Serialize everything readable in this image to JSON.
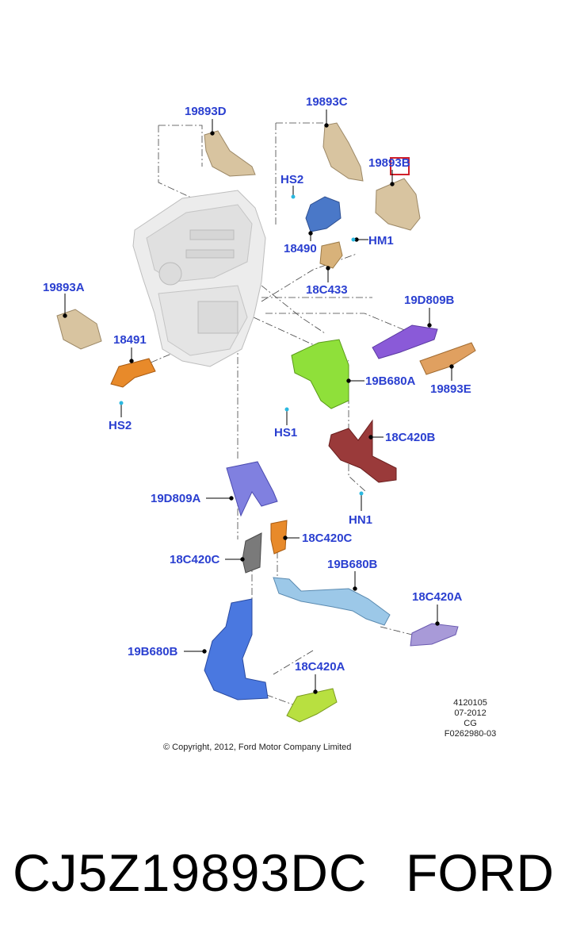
{
  "callouts": {
    "c_19893D": "19893D",
    "c_19893C": "19893C",
    "c_19893B": "19893B",
    "c_HS2_top": "HS2",
    "c_18490": "18490",
    "c_HM1": "HM1",
    "c_18C433": "18C433",
    "c_19893A": "19893A",
    "c_19D809B": "19D809B",
    "c_18491": "18491",
    "c_19B680A": "19B680A",
    "c_19893E": "19893E",
    "c_HS2_left": "HS2",
    "c_HS1": "HS1",
    "c_18C420B": "18C420B",
    "c_19D809A": "19D809A",
    "c_HN1": "HN1",
    "c_18C420C_right": "18C420C",
    "c_18C420C_left": "18C420C",
    "c_19B680B_right": "19B680B",
    "c_18C420A_right": "18C420A",
    "c_19B680B_left": "19B680B",
    "c_18C420A_bottom": "18C420A"
  },
  "metadata": {
    "line1": "4120105",
    "line2": "07-2012",
    "line3": "CG",
    "line4": "F0262980-03"
  },
  "copyright": "© Copyright, 2012, Ford Motor Company Limited",
  "footer": {
    "part_number": "CJ5Z19893DC",
    "brand": "FORD"
  },
  "colors": {
    "callout_text": "#2a3fd0",
    "highlight_box": "#d0202a",
    "tan": "#d8c4a0",
    "blue_duct": "#4a78c8",
    "green": "#8fe03a",
    "maroon": "#9a3a3a",
    "purple": "#8a5ad8",
    "light_blue": "#9cc8e8",
    "lavender": "#a89ad8",
    "orange": "#e88a2a",
    "grey_duct": "#7a7a7a",
    "yellow_green": "#b8e040",
    "housing": "#e6e6e6"
  }
}
